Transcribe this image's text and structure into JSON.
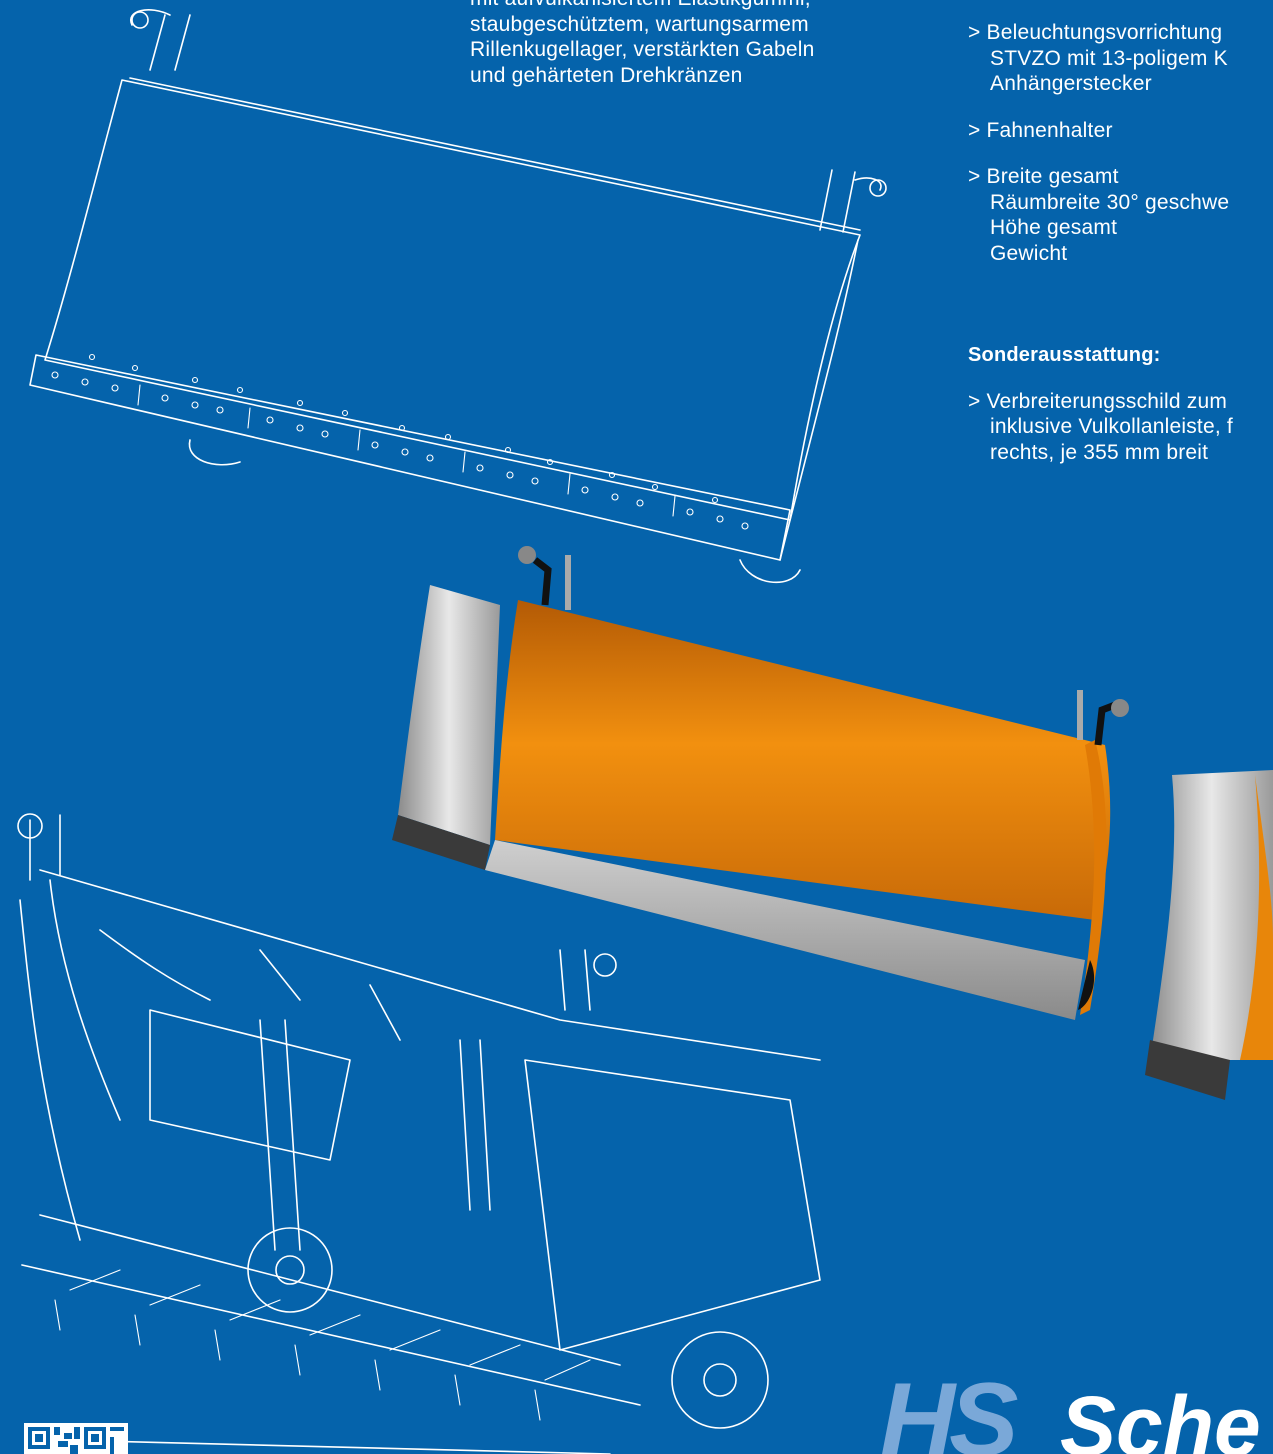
{
  "text_top_middle": [
    "mit aufvulkanisiertem Elastikgummi,",
    "staubgeschütztem, wartungsarmem",
    "Rillenkugellager, verstärkten Gabeln",
    "und gehärteten Drehkränzen"
  ],
  "features_right": {
    "lighting": [
      "> Beleuchtungsvorrichtung",
      "STVZO mit 13-poligem K",
      "Anhängerstecker"
    ],
    "flag_holder": "> Fahnenhalter",
    "dimensions": [
      "> Breite gesamt",
      "Räumbreite 30° geschwe",
      "Höhe gesamt",
      "Gewicht"
    ]
  },
  "optional_equipment": {
    "heading": "Sonderausstattung:",
    "lines": [
      "> Verbreiterungsschild zum",
      "inklusive Vulkollanleiste, f",
      "rechts, je 355 mm breit"
    ]
  },
  "logo": {
    "hs": "HS",
    "name": "Sche"
  },
  "colors": {
    "background": "#0563ab",
    "blade_orange": "#e8860a",
    "logo_blue": "#7aa8d8"
  },
  "icons": [
    "qr-code-icon"
  ]
}
